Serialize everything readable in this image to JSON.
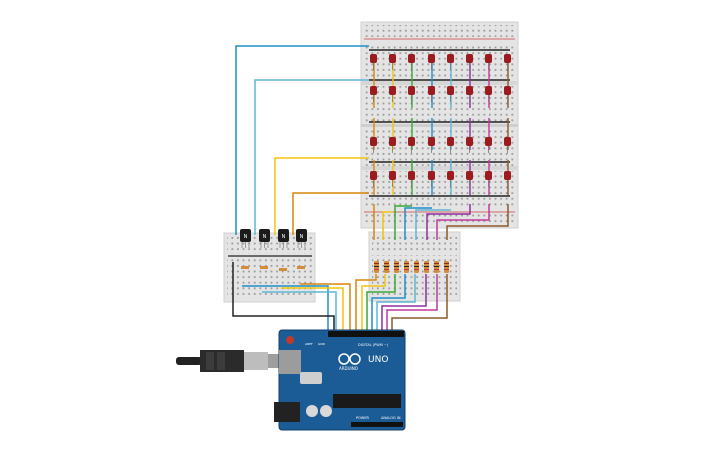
{
  "arduino": {
    "model_label": "UNO",
    "brand_label": "ARDUINO",
    "digital_label": "DIGITAL (PWM ~)",
    "power_label": "POWER",
    "analog_label": "ANALOG IN",
    "aref_label": "AREF",
    "gnd_label": "GND"
  },
  "transistors": {
    "labels": [
      "N",
      "N",
      "N",
      "N"
    ]
  },
  "colors": {
    "canvas": "#ffffff",
    "breadboard": "#e6e6e6",
    "board": "#1c5c96",
    "led": "#9b1b1f",
    "wire_blue": "#1f8ec9",
    "wire_lightblue": "#5fb6d6",
    "wire_yellow": "#f1c40f",
    "wire_orange": "#d8860b",
    "wire_green": "#39a935",
    "wire_purple": "#8e2ea0",
    "wire_magenta": "#c0399d",
    "wire_brown": "#8b5a2b",
    "wire_black": "#222222"
  },
  "icons": [
    "usb-cable-icon",
    "arduino-logo-icon",
    "reset-button-icon"
  ]
}
